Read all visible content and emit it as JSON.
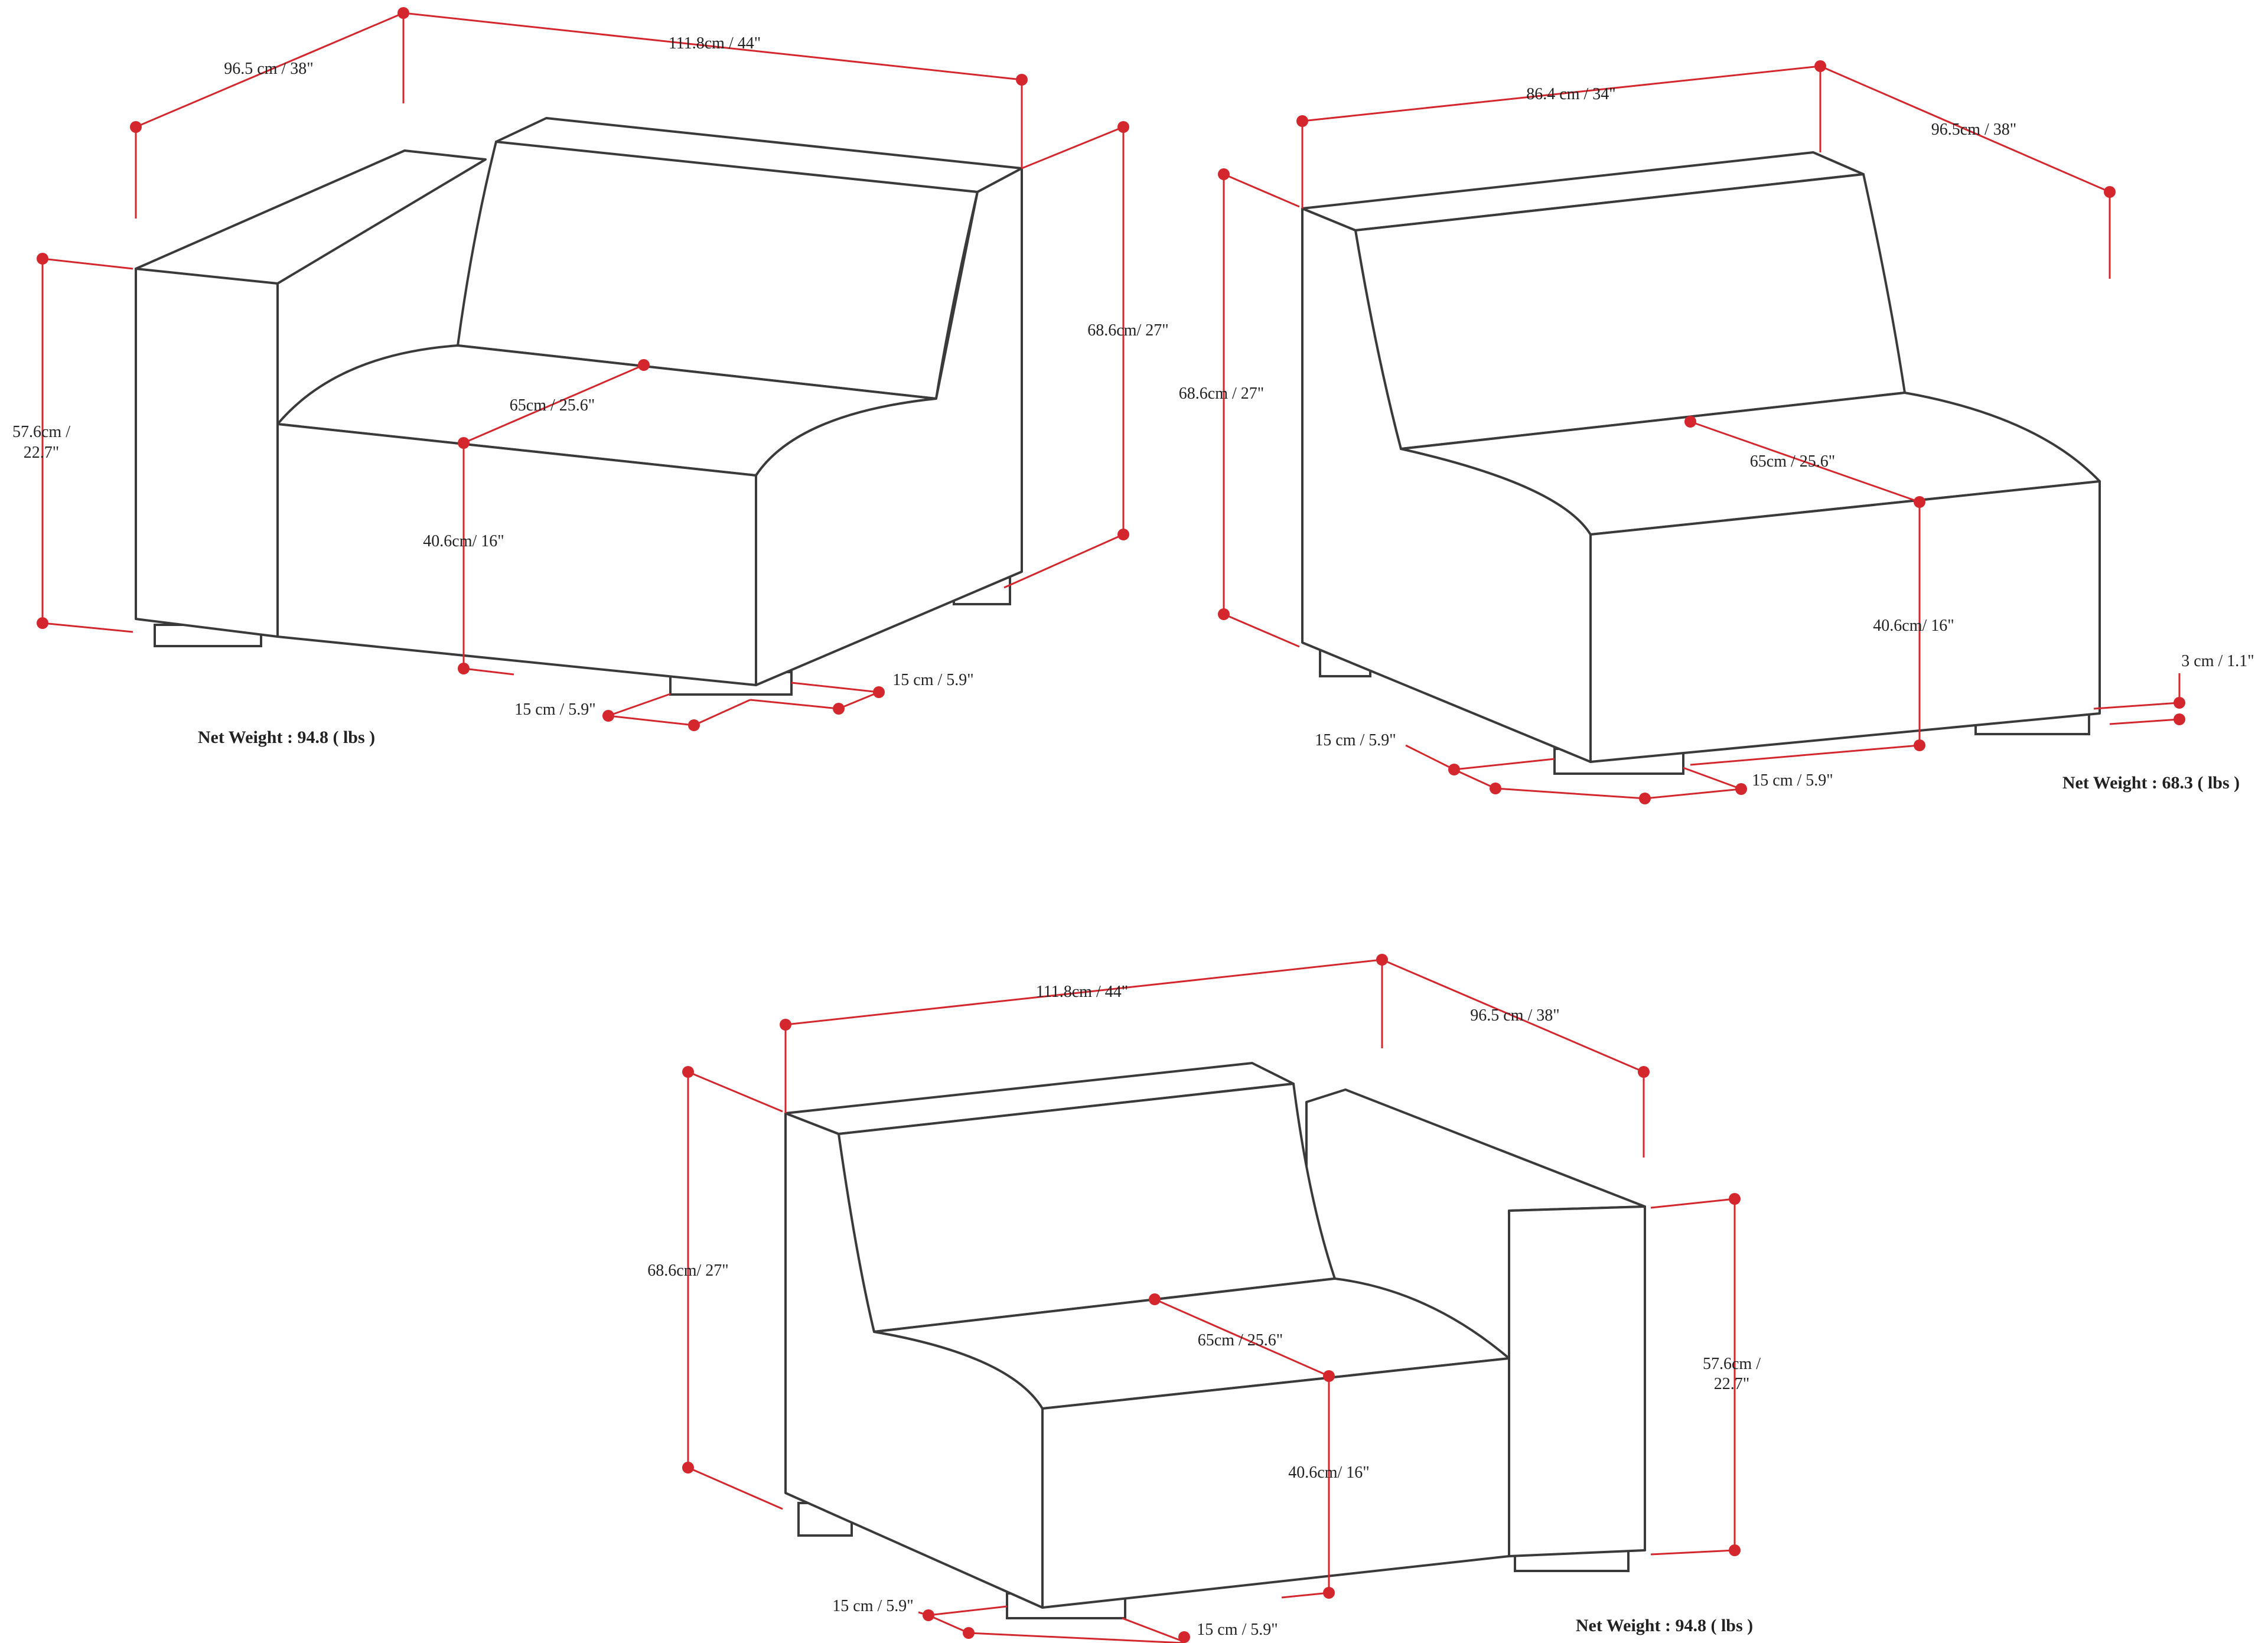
{
  "colors": {
    "dimension": "#d4272d",
    "outline": "#3a3a3a",
    "background": "#ffffff"
  },
  "left_arm_chair": {
    "depth": "96.5 cm / 38\"",
    "width": "111.8cm / 44\"",
    "height": "68.6cm/ 27\"",
    "arm_height_line1": "57.6cm /",
    "arm_height_line2": "22.7\"",
    "seat_depth": "65cm / 25.6\"",
    "seat_height": "40.6cm/ 16\"",
    "foot_a": "15 cm / 5.9\"",
    "foot_b": "15 cm / 5.9\"",
    "net_weight": "Net Weight : 94.8 ( lbs )"
  },
  "armless_chair": {
    "width": "86.4 cm / 34\"",
    "depth": "96.5cm / 38\"",
    "height": "68.6cm / 27\"",
    "seat_depth": "65cm / 25.6\"",
    "seat_height": "40.6cm/ 16\"",
    "foot_a": "15 cm / 5.9\"",
    "foot_b": "15 cm / 5.9\"",
    "foot_height": "3 cm / 1.1\"",
    "net_weight": "Net Weight : 68.3 ( lbs )"
  },
  "right_arm_chair": {
    "width": "111.8cm / 44\"",
    "depth": "96.5 cm / 38\"",
    "height": "68.6cm/ 27\"",
    "arm_height_line1": "57.6cm /",
    "arm_height_line2": "22.7\"",
    "seat_depth": "65cm / 25.6\"",
    "seat_height": "40.6cm/ 16\"",
    "foot_a": "15 cm / 5.9\"",
    "foot_b": "15 cm / 5.9\"",
    "net_weight": "Net Weight : 94.8 ( lbs )"
  }
}
